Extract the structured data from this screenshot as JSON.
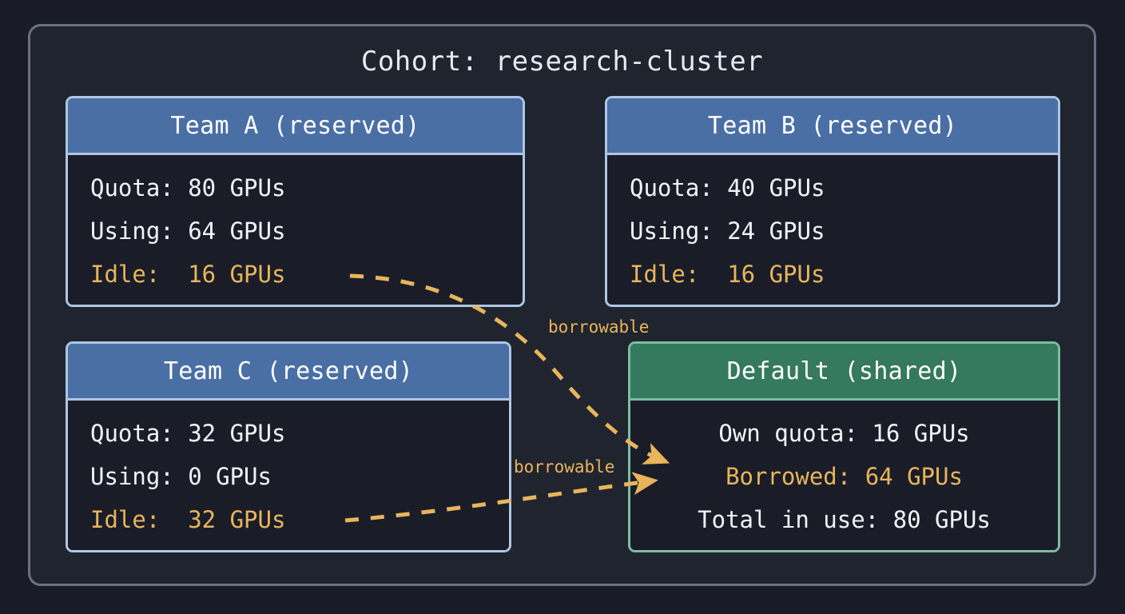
{
  "cohort": {
    "title": "Cohort: research-cluster",
    "container_border_color": "#6a7183",
    "background_color": "#20242e"
  },
  "palette": {
    "page_background": "#191c26",
    "reserved_header": "#4a6fa5",
    "reserved_border": "#aec6e4",
    "shared_header": "#35795f",
    "shared_border": "#7cbda0",
    "card_body": "#1a1d28",
    "text": "#f2f3f7",
    "accent_amber": "#e8b45c"
  },
  "cards": [
    {
      "id": "team-a",
      "kind": "reserved",
      "header": "Team A (reserved)",
      "lines": [
        {
          "text": "Quota: 80 GPUs",
          "accent": false
        },
        {
          "text": "Using: 64 GPUs",
          "accent": false
        },
        {
          "text": "Idle:  16 GPUs",
          "accent": true
        }
      ],
      "quota_gpus": 80,
      "using_gpus": 64,
      "idle_gpus": 16
    },
    {
      "id": "team-b",
      "kind": "reserved",
      "header": "Team B (reserved)",
      "lines": [
        {
          "text": "Quota: 40 GPUs",
          "accent": false
        },
        {
          "text": "Using: 24 GPUs",
          "accent": false
        },
        {
          "text": "Idle:  16 GPUs",
          "accent": true
        }
      ],
      "quota_gpus": 40,
      "using_gpus": 24,
      "idle_gpus": 16
    },
    {
      "id": "team-c",
      "kind": "reserved",
      "header": "Team C (reserved)",
      "lines": [
        {
          "text": "Quota: 32 GPUs",
          "accent": false
        },
        {
          "text": "Using: 0 GPUs",
          "accent": false
        },
        {
          "text": "Idle:  32 GPUs",
          "accent": true
        }
      ],
      "quota_gpus": 32,
      "using_gpus": 0,
      "idle_gpus": 32
    },
    {
      "id": "default-shared",
      "kind": "shared",
      "header": "Default (shared)",
      "lines": [
        {
          "text": "Own quota: 16 GPUs",
          "accent": false
        },
        {
          "text": "Borrowed: 64 GPUs",
          "accent": true
        },
        {
          "text": "Total in use: 80 GPUs",
          "accent": false
        }
      ],
      "own_quota_gpus": 16,
      "borrowed_gpus": 64,
      "total_in_use_gpus": 80
    }
  ],
  "edges": [
    {
      "id": "edge-team-a-to-default",
      "from": "team-a",
      "to": "default-shared",
      "label": "borrowable",
      "style": "dashed",
      "color": "#e8b45c"
    },
    {
      "id": "edge-team-c-to-default",
      "from": "team-c",
      "to": "default-shared",
      "label": "borrowable",
      "style": "dashed",
      "color": "#e8b45c"
    }
  ]
}
